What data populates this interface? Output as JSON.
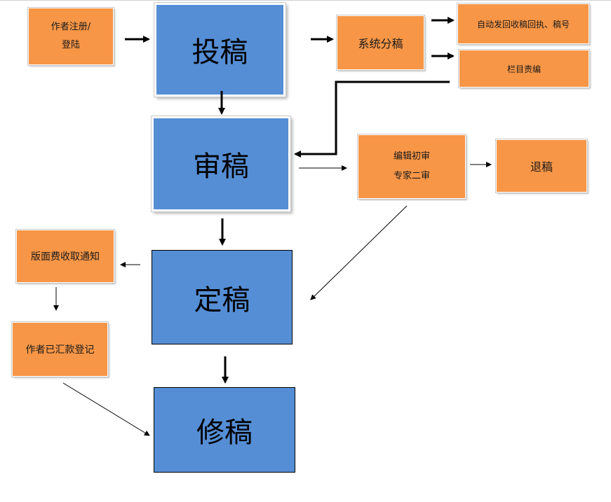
{
  "nodes": {
    "register_line1": "作者注册/",
    "register_line2": "登陆",
    "submit": "投稿",
    "assign": "系统分稿",
    "auto_receipt": "自动发回收稿回执、稿号",
    "column_editor": "栏目责编",
    "review": "审稿",
    "first_review": "编辑初审",
    "expert_review": "专家二审",
    "reject": "退稿",
    "fee_notice": "版面费收取通知",
    "payment_record": "作者已汇款登记",
    "finalize": "定稿",
    "revise": "修稿"
  },
  "colors": {
    "process_box": "#558ed5",
    "step_box": "#f79646",
    "arrow": "#000000"
  }
}
